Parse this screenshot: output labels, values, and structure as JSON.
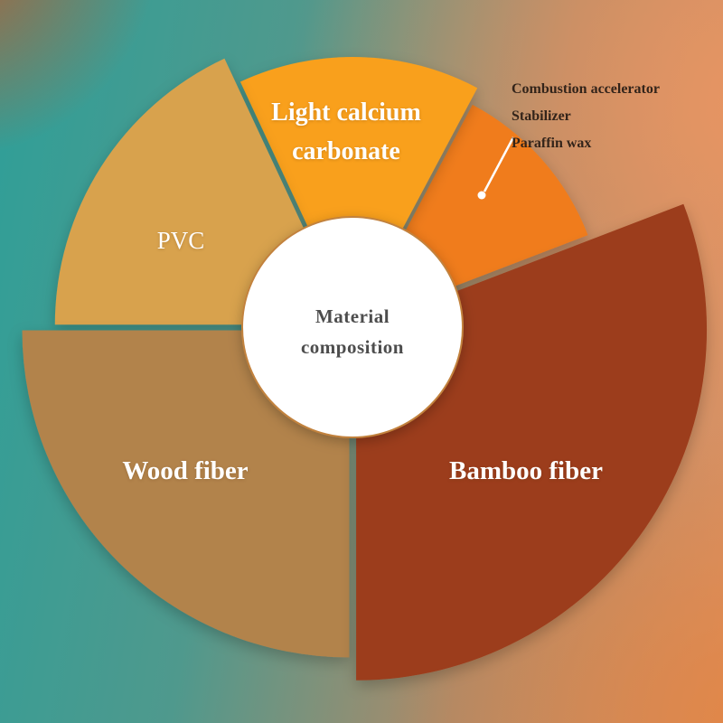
{
  "title": "Material composition",
  "center": {
    "lines": [
      "Material",
      "composition"
    ]
  },
  "annotation": {
    "items": [
      "Combustion accelerator",
      "Stabilizer",
      "Paraffin wax"
    ]
  },
  "background": {
    "teal_left": "#2f9f98",
    "salmon_right": "#dd8f63",
    "corner_orange_top_left": "#c55a2e"
  },
  "chart_data": {
    "type": "pie",
    "title": "Material composition",
    "center_label": "Material composition",
    "legend": "none",
    "center_circle_border": "#c2823e",
    "segments": [
      {
        "id": "additives",
        "label": "Combustion accelerator / Stabilizer / Paraffin wax",
        "color": "#f07c1a",
        "start_deg": 21,
        "end_deg": 62,
        "outer_radius": 275,
        "approx_percent": 11.4
      },
      {
        "id": "light-calcium-carbonate",
        "label": "Light calcium carbonate",
        "color": "#f9a01b",
        "start_deg": 62,
        "end_deg": 115,
        "outer_radius": 294,
        "approx_percent": 14.7
      },
      {
        "id": "pvc",
        "label": "PVC",
        "color": "#d8a24e",
        "start_deg": 115,
        "end_deg": 180,
        "outer_radius": 325,
        "approx_percent": 18.1
      },
      {
        "id": "wood-fiber",
        "label": "Wood fiber",
        "color": "#b2834c",
        "start_deg": 180,
        "end_deg": 270,
        "outer_radius": 362,
        "approx_percent": 25.0
      },
      {
        "id": "bamboo-fiber",
        "label": "Bamboo fiber",
        "color": "#9c3d1b",
        "start_deg": 270,
        "end_deg": 381,
        "outer_radius": 388,
        "approx_percent": 30.8
      }
    ]
  }
}
